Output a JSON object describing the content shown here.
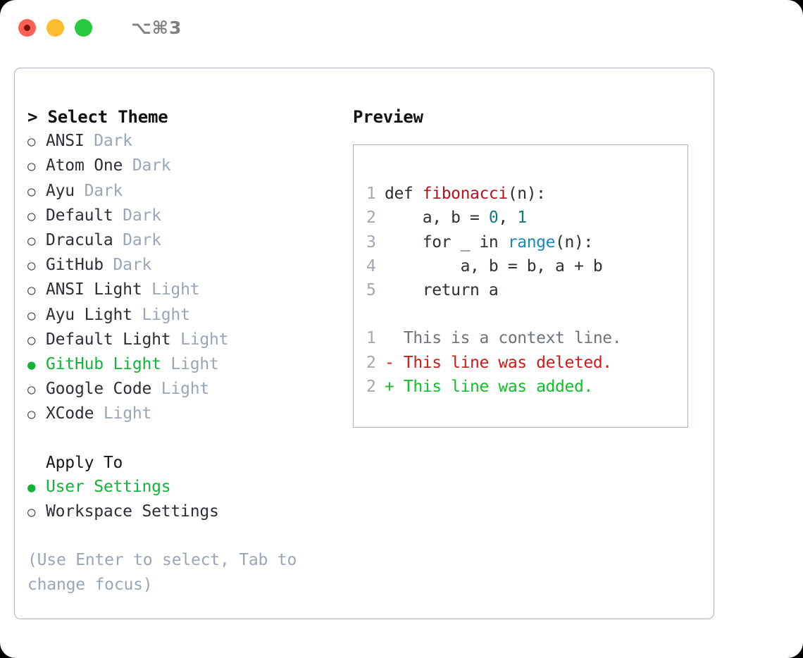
{
  "titlebar": {
    "shortcut": "⌥⌘3",
    "buttons": [
      {
        "name": "close",
        "color": "#ff5f57"
      },
      {
        "name": "minimize",
        "color": "#febc2e"
      },
      {
        "name": "maximize",
        "color": "#28c840"
      }
    ]
  },
  "theme_picker": {
    "heading": "> Select Theme",
    "items": [
      {
        "bullet": "○",
        "label": "ANSI",
        "tag": " Dark",
        "selected": false
      },
      {
        "bullet": "○",
        "label": "Atom One",
        "tag": " Dark",
        "selected": false
      },
      {
        "bullet": "○",
        "label": "Ayu",
        "tag": " Dark",
        "selected": false
      },
      {
        "bullet": "○",
        "label": "Default",
        "tag": " Dark",
        "selected": false
      },
      {
        "bullet": "○",
        "label": "Dracula",
        "tag": " Dark",
        "selected": false
      },
      {
        "bullet": "○",
        "label": "GitHub",
        "tag": " Dark",
        "selected": false
      },
      {
        "bullet": "○",
        "label": "ANSI Light",
        "tag": " Light",
        "selected": false
      },
      {
        "bullet": "○",
        "label": "Ayu Light",
        "tag": " Light",
        "selected": false
      },
      {
        "bullet": "○",
        "label": "Default Light",
        "tag": " Light",
        "selected": false
      },
      {
        "bullet": "●",
        "label": "GitHub Light",
        "tag": " Light",
        "selected": true
      },
      {
        "bullet": "○",
        "label": "Google Code",
        "tag": " Light",
        "selected": false
      },
      {
        "bullet": "○",
        "label": "XCode",
        "tag": " Light",
        "selected": false
      }
    ]
  },
  "apply_to": {
    "heading": "Apply To",
    "items": [
      {
        "bullet": "●",
        "label": "User Settings",
        "tag": "",
        "selected": true
      },
      {
        "bullet": "○",
        "label": "Workspace Settings",
        "tag": "",
        "selected": false
      }
    ]
  },
  "hint": "(Use Enter to select, Tab to change focus)",
  "preview": {
    "title": "Preview",
    "code_lines": [
      {
        "no": "1",
        "parts": [
          {
            "text": "def ",
            "tok": "plain"
          },
          {
            "text": "fibonacci",
            "tok": "fn"
          },
          {
            "text": "(n):",
            "tok": "plain"
          }
        ]
      },
      {
        "no": "2",
        "parts": [
          {
            "text": "    a, b = ",
            "tok": "plain"
          },
          {
            "text": "0",
            "tok": "num"
          },
          {
            "text": ", ",
            "tok": "plain"
          },
          {
            "text": "1",
            "tok": "num"
          }
        ]
      },
      {
        "no": "3",
        "parts": [
          {
            "text": "    for _ in ",
            "tok": "plain"
          },
          {
            "text": "range",
            "tok": "call"
          },
          {
            "text": "(n):",
            "tok": "plain"
          }
        ]
      },
      {
        "no": "4",
        "parts": [
          {
            "text": "        a, b = b, a + b",
            "tok": "plain"
          }
        ]
      },
      {
        "no": "5",
        "parts": [
          {
            "text": "    return a",
            "tok": "plain"
          }
        ]
      }
    ],
    "diff_lines": [
      {
        "no": "1",
        "marker": "  ",
        "text": "  This is a context line.",
        "kind": "ctx"
      },
      {
        "no": "2",
        "marker": "- ",
        "text": "- This line was deleted.",
        "kind": "del"
      },
      {
        "no": "2",
        "marker": "+ ",
        "text": "+ This line was added.",
        "kind": "add"
      }
    ]
  },
  "colors": {
    "accent_green": "#12b438",
    "tag_gray": "#9aa5b5",
    "border": "#a9b2c0",
    "fn_red": "#b3121e",
    "num_teal": "#0f7b80",
    "call_blue": "#1589c4",
    "diff_del": "#d01919",
    "diff_add": "#12c02a",
    "diff_ctx": "#6d737c"
  }
}
